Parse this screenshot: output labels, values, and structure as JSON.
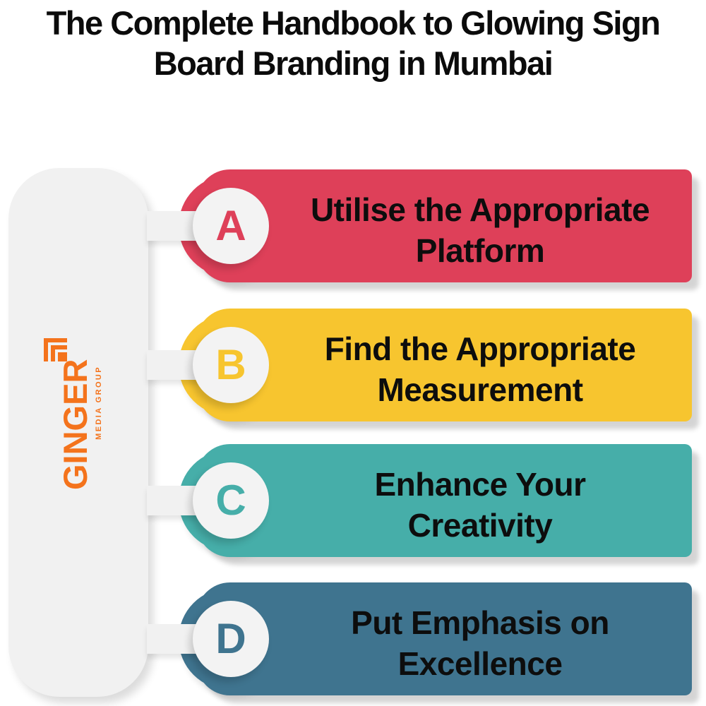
{
  "title": {
    "line1": "The Complete Handbook to Glowing Sign",
    "line2": "Board Branding in Mumbai"
  },
  "logo": {
    "name": "GINGER",
    "subname": "MEDIA GROUP",
    "color": "#F4731C",
    "icon": "nested-corner-frame-icon"
  },
  "items": [
    {
      "letter": "A",
      "color": "#DE4059",
      "line1": "Utilise the Appropriate",
      "line2": "Platform"
    },
    {
      "letter": "B",
      "color": "#F7C52F",
      "line1": "Find the Appropriate",
      "line2": "Measurement"
    },
    {
      "letter": "C",
      "color": "#46AEA9",
      "line1": "Enhance Your",
      "line2": "Creativity"
    },
    {
      "letter": "D",
      "color": "#3F748F",
      "line1": "Put Emphasis on",
      "line2": "Excellence"
    }
  ],
  "colors": {
    "background": "#FFFFFF",
    "panel": "#F1F1F1",
    "badge_circle": "#F3F3F3",
    "text": "#0D0D0D"
  }
}
